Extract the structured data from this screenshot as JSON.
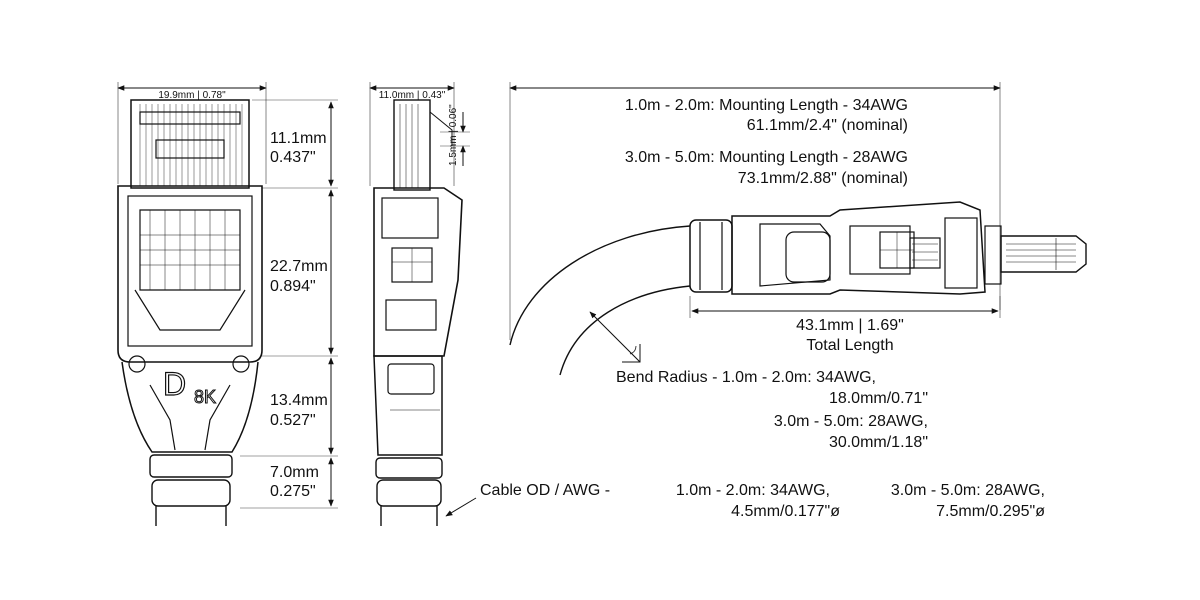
{
  "front_view": {
    "width_label": "19.9mm | 0.78\"",
    "dims": [
      {
        "mm": "11.1mm",
        "in": "0.437\""
      },
      {
        "mm": "22.7mm",
        "in": "0.894\""
      },
      {
        "mm": "13.4mm",
        "in": "0.527\""
      },
      {
        "mm": "7.0mm",
        "in": "0.275\""
      }
    ],
    "logo_letter": "D",
    "logo_text": "8K"
  },
  "side_view": {
    "width_label": "11.0mm | 0.43\"",
    "tab_height_label": "1.5mm | 0.06\""
  },
  "length_view": {
    "mount_34": {
      "line1": "1.0m - 2.0m: Mounting Length - 34AWG",
      "line2": "61.1mm/2.4\" (nominal)"
    },
    "mount_28": {
      "line1": "3.0m - 5.0m: Mounting Length - 28AWG",
      "line2": "73.1mm/2.88\" (nominal)"
    },
    "total": {
      "line1": "43.1mm | 1.69\"",
      "line2": "Total Length"
    },
    "bend": {
      "line1": "Bend Radius - 1.0m - 2.0m: 34AWG,",
      "line2": "18.0mm/0.71\"",
      "line3": "3.0m - 5.0m: 28AWG,",
      "line4": "30.0mm/1.18\""
    }
  },
  "cable_od": {
    "label": "Cable OD / AWG -",
    "a_line1": "1.0m - 2.0m: 34AWG,",
    "a_line2": "4.5mm/0.177\"ø",
    "b_line1": "3.0m - 5.0m: 28AWG,",
    "b_line2": "7.5mm/0.295\"ø"
  }
}
